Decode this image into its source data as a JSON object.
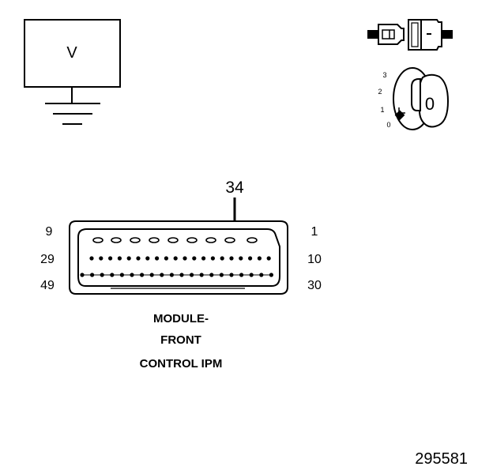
{
  "voltmeter": {
    "symbol": "V"
  },
  "ignition": {
    "positions": [
      "3",
      "2",
      "1",
      "0"
    ],
    "key_label": "0"
  },
  "connector": {
    "probe_pin": "34",
    "row_labels_left": [
      "9",
      "29",
      "49"
    ],
    "row_labels_right": [
      "1",
      "10",
      "30"
    ],
    "title_lines": [
      "MODULE-",
      "FRONT",
      "CONTROL IPM"
    ]
  },
  "figure_id": "295581"
}
